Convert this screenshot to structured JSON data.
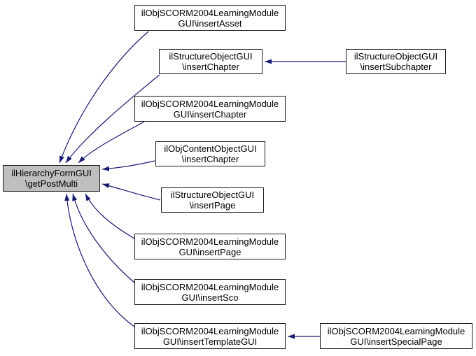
{
  "diagram": {
    "kind": "caller-graph",
    "background_color": "#ffffff",
    "edge_color": "#191970",
    "node_border_color": "#1c1c1c",
    "node_fill_color": "#ffffff",
    "highlighted_node_fill_color": "#bfbfbf"
  },
  "nodes": {
    "main": {
      "line1": "ilHierarchyFormGUI",
      "line2": "\\getPostMulti"
    },
    "insert_asset": {
      "line1": "ilObjSCORM2004LearningModule",
      "line2": "GUI\\insertAsset"
    },
    "struct_chapter": {
      "line1": "ilStructureObjectGUI",
      "line2": "\\insertChapter"
    },
    "subchapter": {
      "line1": "ilStructureObjectGUI",
      "line2": "\\insertSubchapter"
    },
    "scorm_chapter": {
      "line1": "ilObjSCORM2004LearningModule",
      "line2": "GUI\\insertChapter"
    },
    "content_chapter": {
      "line1": "ilObjContentObjectGUI",
      "line2": "\\insertChapter"
    },
    "struct_page": {
      "line1": "ilStructureObjectGUI",
      "line2": "\\insertPage"
    },
    "scorm_page": {
      "line1": "ilObjSCORM2004LearningModule",
      "line2": "GUI\\insertPage"
    },
    "scorm_sco": {
      "line1": "ilObjSCORM2004LearningModule",
      "line2": "GUI\\insertSco"
    },
    "scorm_template": {
      "line1": "ilObjSCORM2004LearningModule",
      "line2": "GUI\\insertTemplateGUI"
    },
    "scorm_special": {
      "line1": "ilObjSCORM2004LearningModule",
      "line2": "GUI\\insertSpecialPage"
    }
  }
}
